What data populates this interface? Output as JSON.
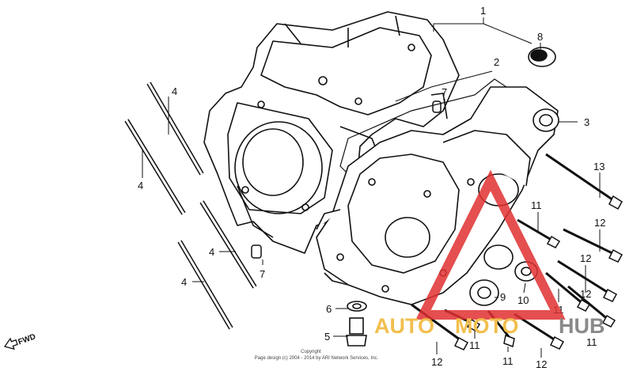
{
  "callouts": [
    "1",
    "2",
    "3",
    "4",
    "4",
    "4",
    "4",
    "5",
    "6",
    "7",
    "7",
    "8",
    "9",
    "10",
    "11",
    "11",
    "11",
    "11",
    "11",
    "12",
    "12",
    "12",
    "12",
    "12",
    "13"
  ],
  "fwd_label": "FWD",
  "copyright": {
    "line1": "Copyright",
    "line2": "Page design (c) 2004 - 2014 by ARI Network Services, Inc."
  },
  "watermark": {
    "part1": "AUTO",
    "part2": "MOTO",
    "part3": "HUB",
    "colors": {
      "red": "#e03030",
      "yellow": "#f2bf4d",
      "gray": "#8a8a8a"
    }
  }
}
